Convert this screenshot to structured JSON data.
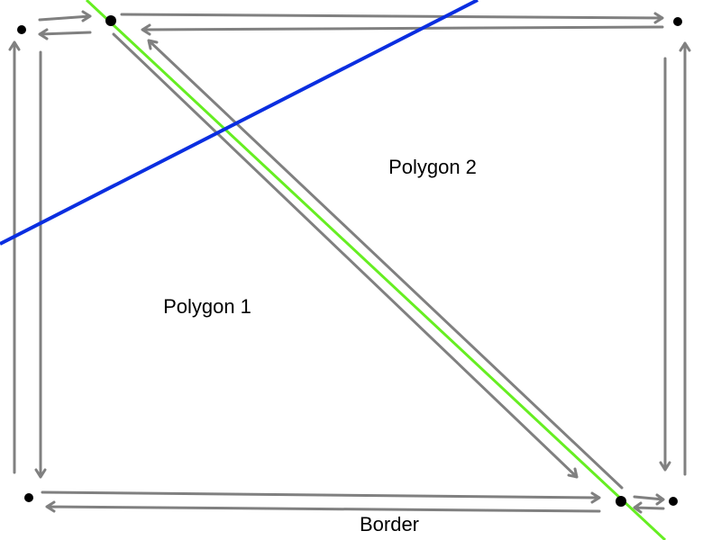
{
  "labels": {
    "polygon_1": "Polygon 1",
    "polygon_2": "Polygon 2",
    "border": "Border"
  },
  "colors": {
    "background": "#ffffff",
    "edge_arrows": "#808080",
    "vertex": "#000000",
    "diagonal_line": "#66ee22",
    "cutting_line": "#0a2ee0"
  }
}
